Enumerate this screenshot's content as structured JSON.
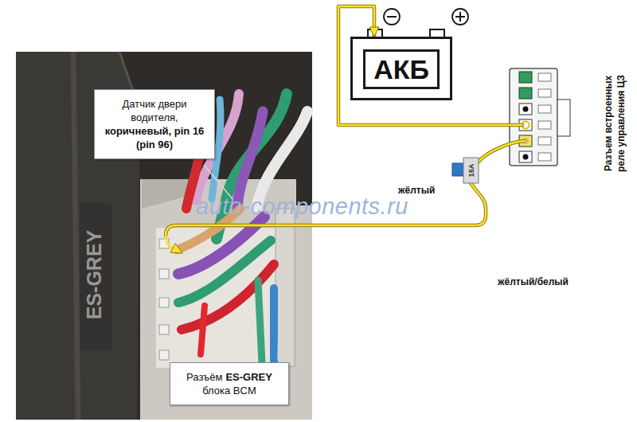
{
  "diagram": {
    "nodes": [
      {
        "text": [
          "АКБ"
        ]
      },
      {
        "text": [
          "Разъем встроенных реле управления ЦЗ"
        ]
      },
      {
        "text": [
          "Датчик двери водителя,",
          "коричневый, pin 16 (pin 96)"
        ]
      },
      {
        "text": [
          "Разъём",
          "ES-GREY",
          "блока BCM"
        ]
      }
    ],
    "edges": [
      {
        "from": 1,
        "to": 0,
        "arrow": "to"
      }
    ],
    "labels": [
      "жёлтый",
      "15A",
      "auto-components.ru",
      "жёлтый/белый",
      "ES-GREY"
    ]
  }
}
